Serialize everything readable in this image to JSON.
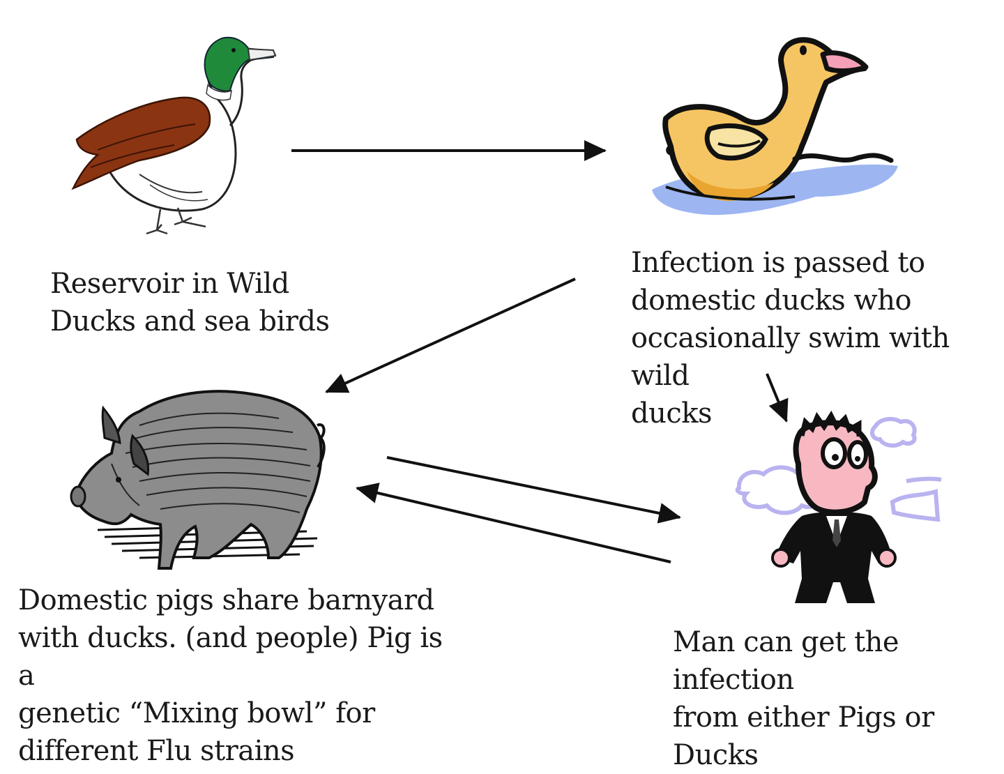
{
  "nodes": {
    "wild_ducks": {
      "icon": "wild-mallard-duck-icon",
      "label": "Reservoir in Wild\nDucks and sea birds"
    },
    "domestic_ducks": {
      "icon": "cartoon-domestic-duck-icon",
      "label": "Infection is passed to\ndomestic ducks who\noccasionally swim with wild\nducks"
    },
    "pigs": {
      "icon": "pig-engraving-icon",
      "label": "Domestic pigs share barnyard\nwith ducks. (and people) Pig is a\ngenetic “Mixing bowl” for\ndifferent Flu strains"
    },
    "man": {
      "icon": "sick-man-icon",
      "label": "Man can get the infection\nfrom either Pigs or Ducks"
    }
  },
  "edges": [
    {
      "from": "wild_ducks",
      "to": "domestic_ducks"
    },
    {
      "from": "domestic_ducks",
      "to": "pigs"
    },
    {
      "from": "domestic_ducks",
      "to": "man"
    },
    {
      "from": "pigs",
      "to": "man"
    },
    {
      "from": "man",
      "to": "pigs"
    }
  ],
  "colors": {
    "mallard_head": "#1f8a3a",
    "mallard_wing": "#8a3412",
    "cartoon_duck_body": "#f6c563",
    "cartoon_duck_beak": "#f4a0b8",
    "water": "#9db6f2",
    "man_skin": "#f7b8c2",
    "breath_cloud": "#b9b3f0",
    "arrow": "#111111"
  }
}
